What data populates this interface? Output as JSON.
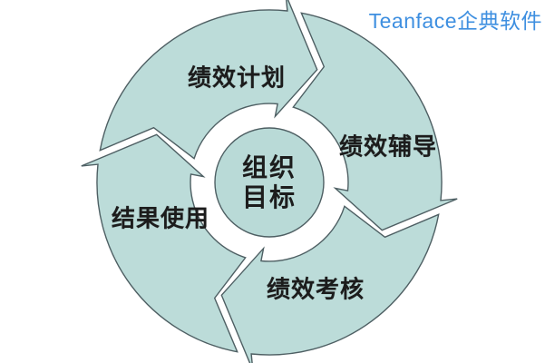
{
  "brand": {
    "logo_text": "Teanface企典软件",
    "color": "#3E8FE0"
  },
  "diagram": {
    "type": "cycle",
    "flow": "clockwise",
    "center": {
      "line1": "组织",
      "line2": "目标",
      "full_text": "组织目标"
    },
    "steps": [
      {
        "label": "绩效计划",
        "position": "top"
      },
      {
        "label": "绩效辅导",
        "position": "right"
      },
      {
        "label": "绩效考核",
        "position": "bottom"
      },
      {
        "label": "结果使用",
        "position": "left"
      }
    ],
    "colors": {
      "segment_fill": "#BCDCD9",
      "segment_stroke": "#4E5F63",
      "label_text": "#1C1C1C",
      "background": "#FFFFFF"
    }
  }
}
